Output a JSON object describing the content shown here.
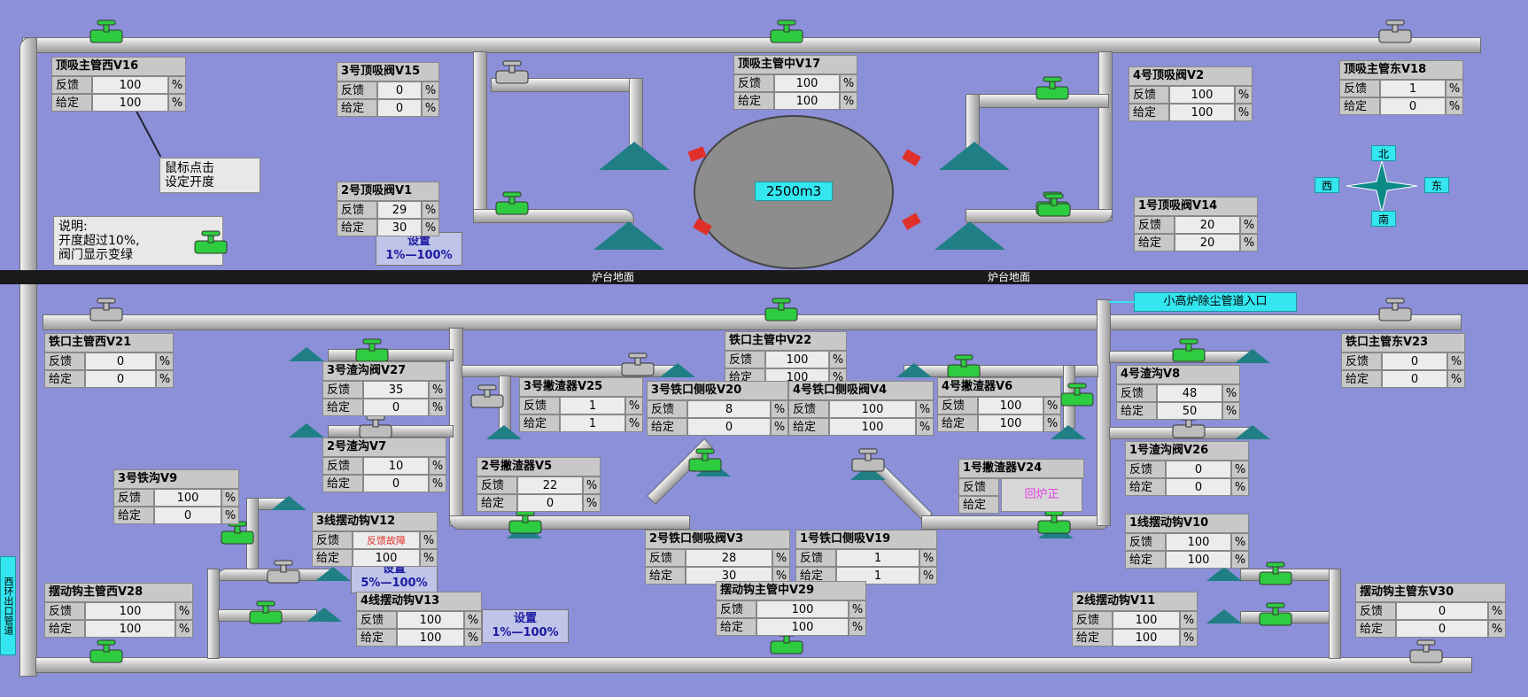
{
  "ground_labels": [
    "炉台地面",
    "炉台地面"
  ],
  "center_tank_label": "2500m3",
  "note_click": "鼠标点击\n设定开度",
  "note_explain": [
    "说明:",
    "开度超过10%,",
    "阀门显示变绿"
  ],
  "inlet_label": "小高炉除尘管道入口",
  "left_vertical_label": "西环出口管道",
  "compass": {
    "n": "北",
    "s": "南",
    "e": "东",
    "w": "西"
  },
  "labels": {
    "fb": "反馈",
    "sp": "给定",
    "pct": "%"
  },
  "set_buttons": {
    "top": [
      "设置",
      "1%—100%"
    ],
    "mid": [
      "设置",
      "5%—100%"
    ],
    "bottom": [
      "设置",
      "1%—100%"
    ]
  },
  "panels": [
    {
      "id": "v16",
      "title": "顶吸主管西V16",
      "fb": "100",
      "sp": "100"
    },
    {
      "id": "v15",
      "title": "3号顶吸阀V15",
      "fb": "0",
      "sp": "0"
    },
    {
      "id": "v17",
      "title": "顶吸主管中V17",
      "fb": "100",
      "sp": "100"
    },
    {
      "id": "v2",
      "title": "4号顶吸阀V2",
      "fb": "100",
      "sp": "100"
    },
    {
      "id": "v18",
      "title": "顶吸主管东V18",
      "fb": "1",
      "sp": "0"
    },
    {
      "id": "v1",
      "title": "2号顶吸阀V1",
      "fb": "29",
      "sp": "30"
    },
    {
      "id": "v14",
      "title": "1号顶吸阀V14",
      "fb": "20",
      "sp": "20"
    },
    {
      "id": "v21",
      "title": "铁口主管西V21",
      "fb": "0",
      "sp": "0"
    },
    {
      "id": "v22",
      "title": "铁口主管中V22",
      "fb": "100",
      "sp": "100"
    },
    {
      "id": "v23",
      "title": "铁口主管东V23",
      "fb": "0",
      "sp": "0"
    },
    {
      "id": "v27",
      "title": "3号渣沟阀V27",
      "fb": "35",
      "sp": "0"
    },
    {
      "id": "v25",
      "title": "3号撇渣器V25",
      "fb": "1",
      "sp": "1"
    },
    {
      "id": "v20",
      "title": "3号铁口侧吸V20",
      "fb": "8",
      "sp": "0"
    },
    {
      "id": "v4",
      "title": "4号铁口侧吸阀V4",
      "fb": "100",
      "sp": "100"
    },
    {
      "id": "v6",
      "title": "4号撇渣器V6",
      "fb": "100",
      "sp": "100"
    },
    {
      "id": "v8",
      "title": "4号渣沟V8",
      "fb": "48",
      "sp": "50"
    },
    {
      "id": "v7",
      "title": "2号渣沟V7",
      "fb": "10",
      "sp": "0"
    },
    {
      "id": "v5",
      "title": "2号撇渣器V5",
      "fb": "22",
      "sp": "0"
    },
    {
      "id": "v24",
      "title": "1号撇渣器V24",
      "fb": "",
      "sp": ""
    },
    {
      "id": "v26",
      "title": "1号渣沟阀V26",
      "fb": "0",
      "sp": "0"
    },
    {
      "id": "v9",
      "title": "3号铁沟V9",
      "fb": "100",
      "sp": "0"
    },
    {
      "id": "v12",
      "title": "3线摆动钩V12",
      "fb": "反馈故障",
      "sp": "100"
    },
    {
      "id": "v10",
      "title": "1线摆动钩V10",
      "fb": "100",
      "sp": "100"
    },
    {
      "id": "v3",
      "title": "2号铁口侧吸阀V3",
      "fb": "28",
      "sp": "30"
    },
    {
      "id": "v19",
      "title": "1号铁口侧吸V19",
      "fb": "1",
      "sp": "1"
    },
    {
      "id": "v28",
      "title": "摆动钩主管西V28",
      "fb": "100",
      "sp": "100"
    },
    {
      "id": "v13",
      "title": "4线摆动钩V13",
      "fb": "100",
      "sp": "100"
    },
    {
      "id": "v29",
      "title": "摆动钩主管中V29",
      "fb": "100",
      "sp": "100"
    },
    {
      "id": "v11",
      "title": "2线摆动钩V11",
      "fb": "100",
      "sp": "100"
    },
    {
      "id": "v30",
      "title": "摆动钩主管东V30",
      "fb": "0",
      "sp": "0"
    }
  ],
  "v24_button": "回炉正",
  "colors": {
    "bg": "#8b90d8",
    "valve_green": "#2ecc40",
    "valve_gray": "#bdbdbd",
    "hood": "#1f7f85",
    "cyan": "#33e6f0"
  }
}
